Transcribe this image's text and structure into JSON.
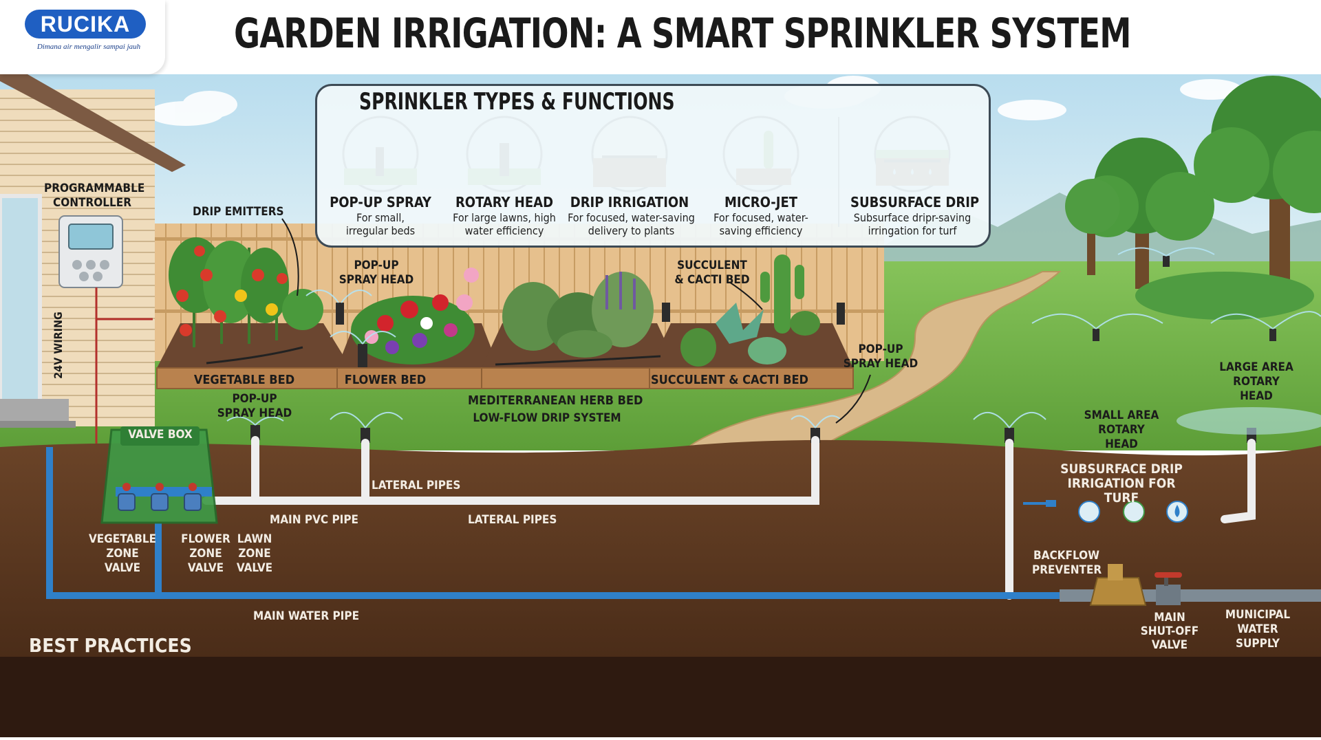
{
  "title": "GARDEN IRRIGATION: A SMART SPRINKLER SYSTEM",
  "logo": {
    "brand": "RUCIKA",
    "tagline": "Dimana air mengalir sampai jauh"
  },
  "sprinkler_panel": {
    "title": "SPRINKLER TYPES & FUNCTIONS",
    "types": [
      {
        "icon": "pop-up-spray-icon",
        "name": "POP-UP SPRAY",
        "desc": "For small, irregular beds"
      },
      {
        "icon": "rotary-head-icon",
        "name": "ROTARY HEAD",
        "desc": "For large lawns, high water efficiency"
      },
      {
        "icon": "drip-irrigation-icon",
        "name": "DRIP IRRIGATION",
        "desc": "For focused, water-saving delivery to plants"
      },
      {
        "icon": "micro-jet-icon",
        "name": "MICRO-JET",
        "desc": "For focused, water-saving efficiency"
      },
      {
        "icon": "subsurface-drip-icon",
        "name": "SUBSURFACE DRIP",
        "desc": "Subsurface dripr-saving irringation for turf"
      }
    ]
  },
  "labels": {
    "controller": "PROGRAMMABLE CONTROLLER",
    "wiring": "24V WIRING",
    "drip_emitters": "DRIP EMITTERS",
    "popup_spray_head_1": "POP-UP SPRAY HEAD",
    "popup_spray_head_2": "POP-UP SPRAY HEAD",
    "popup_spray_head_3": "POP-UP SPRAY HEAD",
    "succulent_cacti_bed_callout": "SUCCULENT & CACTI BED",
    "vegetable_bed": "VEGETABLE BED",
    "flower_bed": "FLOWER BED",
    "herb_bed": "MEDITERRANEAN HERB BED",
    "herb_bed_sub": "LOW-FLOW DRIP SYSTEM",
    "succulent_bed": "SUCCULENT & CACTI BED",
    "large_area_rotary": "LARGE AREA ROTARY HEAD",
    "small_area_rotary": "SMALL AREA ROTARY HEAD",
    "valve_box": "VALVE BOX",
    "vegetable_zone_valve": "VEGETABLE ZONE VALVE",
    "flower_zone_valve": "FLOWER ZONE VALVE",
    "lawn_zone_valve": "LAWN ZONE VALVE",
    "lateral_pipes_1": "LATERAL PIPES",
    "lateral_pipes_2": "LATERAL PIPES",
    "main_pvc_pipe": "MAIN PVC PIPE",
    "main_water_pipe": "MAIN WATER PIPE",
    "subsurface_drip_turf": "SUBSURFACE DRIP IRRIGATION FOR TURF",
    "backflow_preventer": "BACKFLOW PREVENTER",
    "main_shutoff_valve": "MAIN SHUT-OFF VALVE",
    "municipal_supply": "MUNICIPAL WATER SUPPLY",
    "best_practices": "BEST PRACTICES"
  },
  "colors": {
    "sky": "#cfe7f3",
    "grass": "#74b84a",
    "soil": "#5c3a22",
    "deep_soil": "#2e1a10",
    "pvc": "#f2f2f2",
    "water_pipe": "#2f80c9",
    "valve_box": "#3f9a46",
    "brand_blue": "#1f5fc2"
  }
}
